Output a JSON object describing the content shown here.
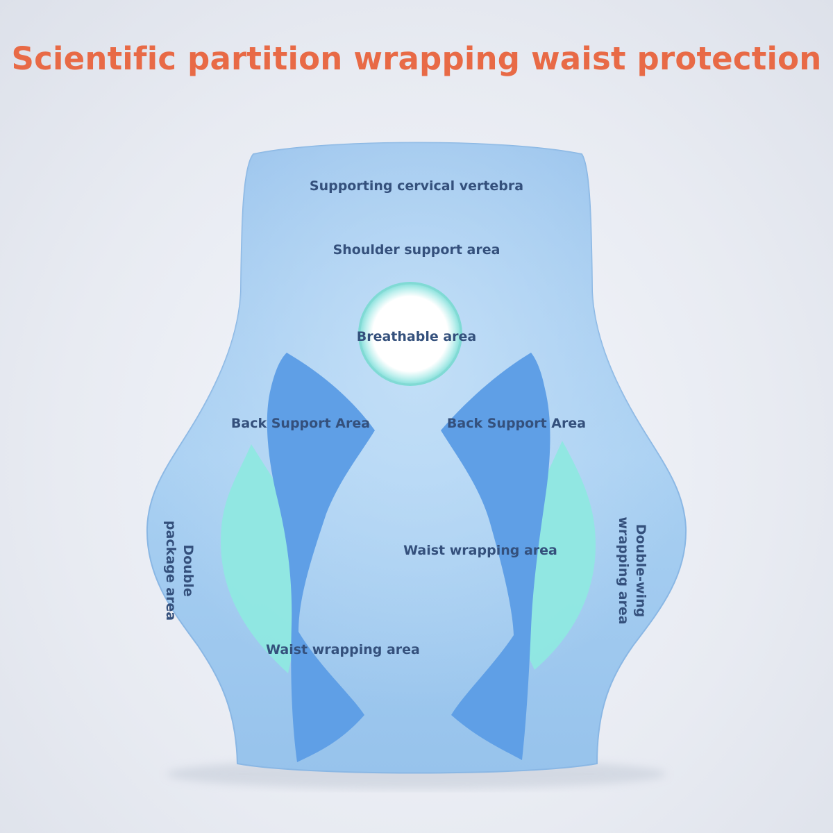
{
  "title": "Scientific partition wrapping waist protection",
  "colors": {
    "title": "#e86a46",
    "label": "#34507c",
    "cushion": "#9ec8ee",
    "support_zone": "#5f9fe6",
    "wrap_zone": "#8fe8e0",
    "background": "#eef0f5"
  },
  "labels": {
    "cervical": "Supporting cervical vertebra",
    "shoulder": "Shoulder support area",
    "breathable": "Breathable area",
    "back_left": "Back Support Area",
    "back_right": "Back Support Area",
    "waist_center": "Waist wrapping area",
    "waist_lower": "Waist wrapping area",
    "double_package_line1": "Double",
    "double_package_line2": "package area",
    "double_wing_line1": "Double-wing",
    "double_wing_line2": "wrapping area"
  }
}
